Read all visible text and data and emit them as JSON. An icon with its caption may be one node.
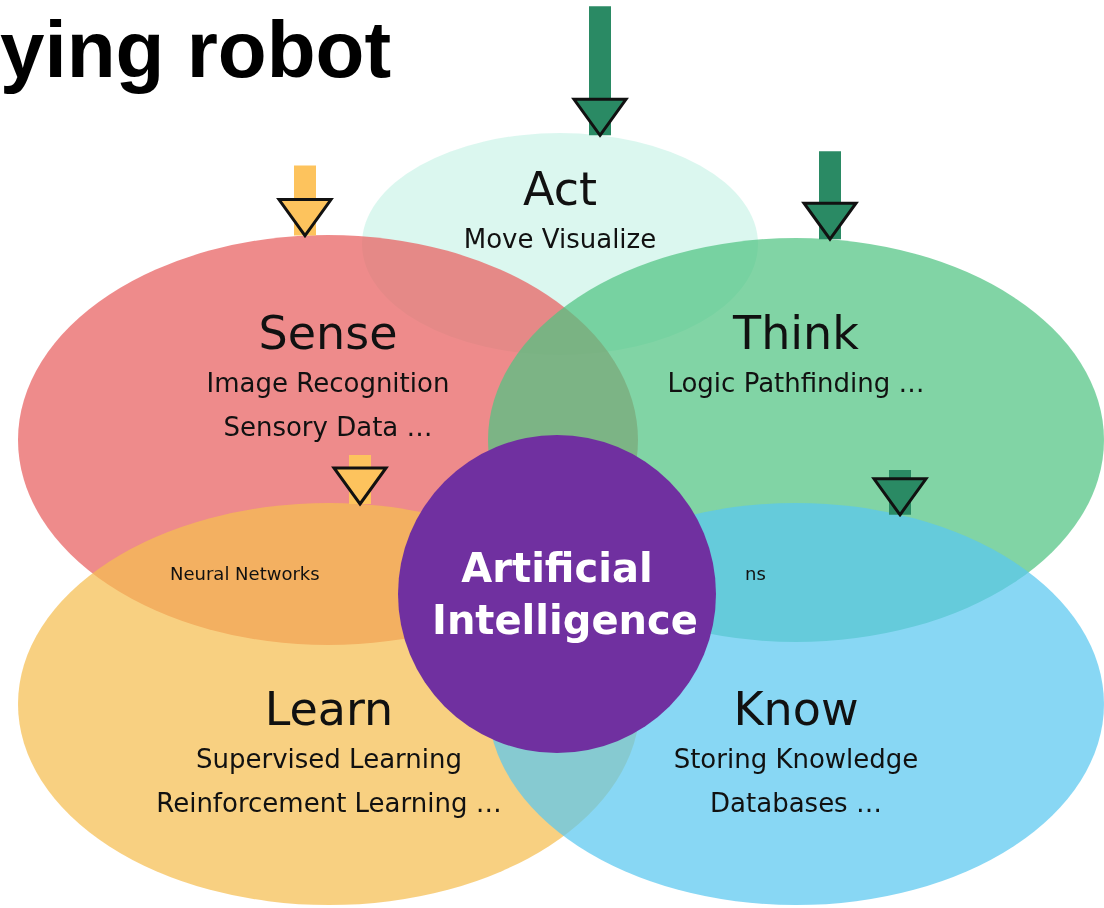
{
  "diagram": {
    "title": "ying robot",
    "nodes": [
      {
        "text": [
          "Act",
          "Move Visualize"
        ]
      },
      {
        "text": [
          "Sense",
          "Image Recognition Sensory Data …"
        ]
      },
      {
        "text": [
          "Think",
          "Logic Pathfinding …"
        ]
      },
      {
        "text": [
          "Artificial Intelligence"
        ]
      },
      {
        "text": [
          "Learn",
          "Supervised Learning Reinforcement Learning …"
        ]
      },
      {
        "text": [
          "Know",
          "Storing Knowledge Databases …"
        ]
      }
    ],
    "edges": [
      {
        "from": null,
        "to": 0,
        "arrow": "to"
      },
      {
        "from": null,
        "to": 1,
        "arrow": "to",
        "color": "#fdc35d"
      },
      {
        "from": null,
        "to": 2,
        "arrow": "to"
      },
      {
        "from": 1,
        "to": 4,
        "arrow": "to",
        "color": "#fdc35d"
      },
      {
        "from": 2,
        "to": 5,
        "arrow": "to"
      }
    ],
    "labels": [
      "Neural Networks",
      "ns"
    ]
  }
}
